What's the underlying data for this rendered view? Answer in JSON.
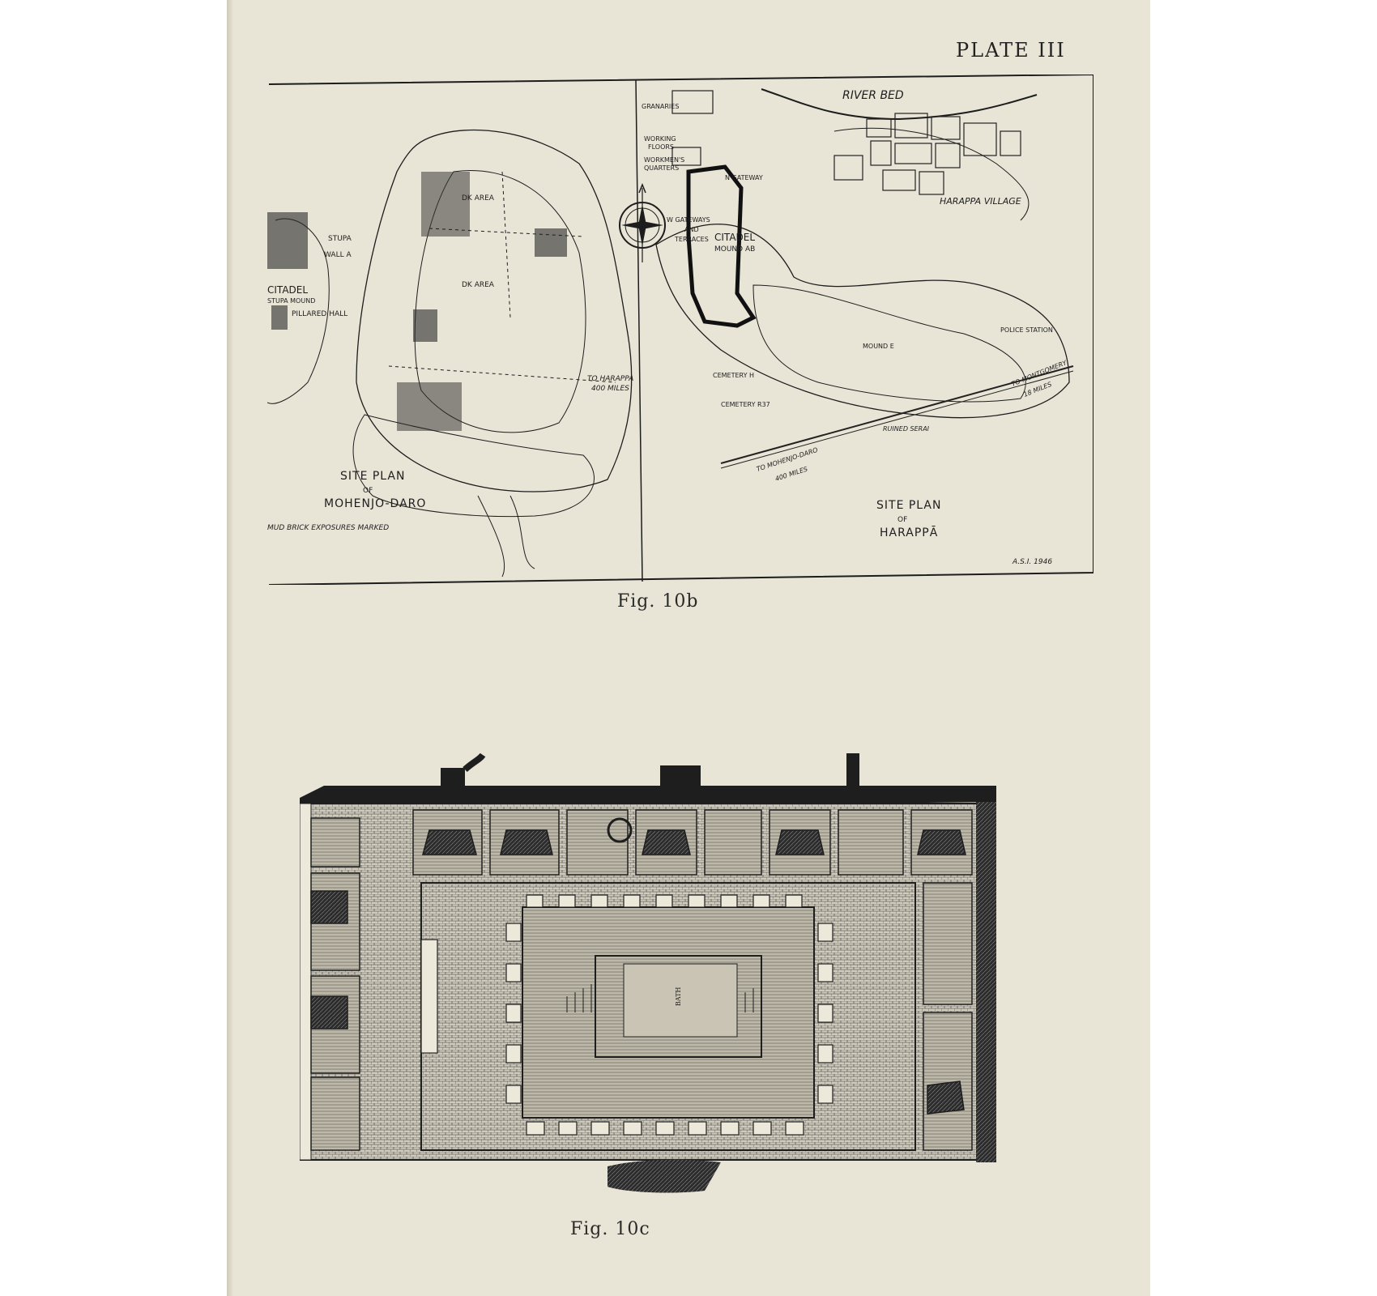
{
  "plate": {
    "label": "PLATE III"
  },
  "fig_b": {
    "caption": "Fig. 10b",
    "mohenjo": {
      "title_1": "SITE PLAN",
      "title_2": "OF",
      "title_3": "MOHENJO-DARO",
      "note": "MUD BRICK EXPOSURES MARKED",
      "labels": {
        "dk_area_1": "DK AREA",
        "dk_area_2": "DK AREA",
        "stupa": "STUPA",
        "wall": "WALL A",
        "citadel": "CITADEL",
        "stupa_mound": "STUPA MOUND",
        "pillared_hall": "PILLARED HALL",
        "to_harappa_1": "TO HARAPPA",
        "to_harappa_2": "400 MILES"
      }
    },
    "harappa": {
      "title_1": "SITE PLAN",
      "title_2": "OF",
      "title_3": "HARAPPĀ",
      "credit": "A.S.I. 1946",
      "labels": {
        "river_bed": "RIVER BED",
        "granaries": "GRANARIES",
        "working_floors_1": "WORKING",
        "working_floors_2": "FLOORS",
        "workmens_quarters_1": "WORKMEN'S",
        "workmens_quarters_2": "QUARTERS",
        "n_gateway": "N GATEWAY",
        "w_gateways_1": "W GATEWAYS",
        "w_gateways_2": "AND",
        "w_gateways_3": "TERRACES",
        "citadel_1": "CITADEL",
        "citadel_2": "MOUND AB",
        "harappa_village": "HARAPPA VILLAGE",
        "police_station": "POLICE STATION",
        "mound_e": "MOUND E",
        "cemetery_h": "CEMETERY H",
        "cemetery_r37": "CEMETERY R37",
        "ruined_serai": "RUINED SERAI",
        "to_montgomery_1": "TO MONTGOMERY",
        "to_montgomery_2": "18 MILES",
        "to_mohenjo_1": "TO MOHENJO-DARO",
        "to_mohenjo_2": "400 MILES"
      }
    }
  },
  "fig_c": {
    "caption": "Fig. 10c",
    "bath_label": "BATH"
  }
}
